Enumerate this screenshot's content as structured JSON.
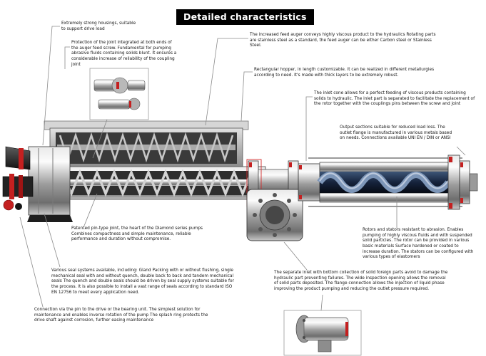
{
  "title": "Detailed characteristics",
  "diagram": {
    "subject": "Diamond series progressive cavity pump - cutaway technical diagram",
    "colors": {
      "highlight_red": "#c42020",
      "rotor_navy": "#1b2940",
      "metal_gray": "#b8b8b8",
      "title_bg": "#000000"
    }
  },
  "annotations": [
    {
      "id": "housings",
      "text": "Extremely strong housings, suitable to support drive load"
    },
    {
      "id": "joint-protection",
      "text": "Protection of the joint integrated at both ends of the auger feed screw. Fundamental for pumping abrasive fluids containing solids blunt. It ensures a considerable increase of reliability of the coupling joint"
    },
    {
      "id": "feed-auger",
      "text": "The increased feed auger conveys highly viscous product to the hydraulics Rotating parts are stainless steel as a standard, the feed auger can be either Carbon steel or Stainless Steel."
    },
    {
      "id": "hopper",
      "text": "Rectangular hopper, in length customizable. It can be realized in different metallurgies according to need. It's made with thick layers to be extremely robust."
    },
    {
      "id": "inlet-cone",
      "text": "The inlet cone allows for a perfect feeding of viscous products containing solids to hydraulic. The inlet part is separated to facilitate the replacement of the rotor together with the couplings pins between the screw and joint"
    },
    {
      "id": "output-sections",
      "text": "Output sections suitable for reduced load loss. The outlet flange is manufactured in various metals based on needs. Connections available UNI EN / DIN or ANSI"
    },
    {
      "id": "rotors-stators",
      "text": "Rotors and stators resistant to abrasion. Enables pumping of highly viscous fluids and with suspended solid particles. The rotor can be provided in various basic materials Surface hardened or coated to increase duration. The stators can be configured with various types of elastomers"
    },
    {
      "id": "separate-inlet",
      "text": "The separate inlet with bottom collection of solid foreign parts avoid to damage the hydraulic part preventing failures. The wide inspection opening allows the removal of solid parts deposited. The flange connection allows the injection of liquid phase improving the product pumping and reducing the outlet pressure required."
    },
    {
      "id": "pin-joint",
      "text": "Patented pin-type joint, the heart of the Diamond series pumps Combines compactness and simple maintenance, reliable performance and duration without compromise."
    },
    {
      "id": "seal-systems",
      "text": "Various seal systems available, including: Gland Packing with or without flushing, single mechanical seal with and without quench, double back to back and tandem mechanical seals The quench and double seals should be driven by seal supply systems suitable for the process. It is also possible to install a vast range of seals according to standard ISO EN 12756 to meet every application need."
    },
    {
      "id": "drive-connection",
      "text": "Connection via the pin to the drive or the bearing unit. The simplest solution for maintenance and enables inverse rotation of the pump The splash ring protects the drive shaft against corrosion, further easing maintenance"
    }
  ]
}
